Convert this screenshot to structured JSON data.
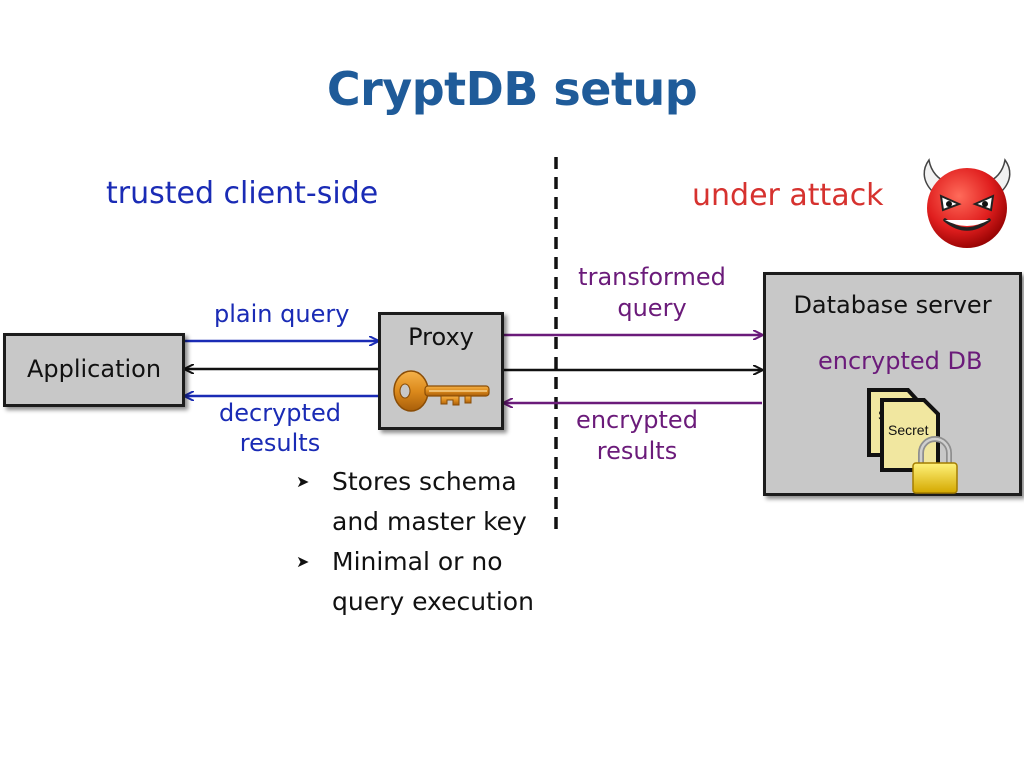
{
  "title": "CryptDB setup",
  "regions": {
    "client": "trusted client-side",
    "server": "under attack"
  },
  "boxes": {
    "application": "Application",
    "proxy": "Proxy",
    "database_server": "Database server",
    "encrypted_db": "encrypted DB",
    "secret": "Secret",
    "secret_back": "S"
  },
  "arrows": {
    "plain_query": "plain query",
    "decrypted_results": [
      "decrypted",
      "results"
    ],
    "transformed_query": [
      "transformed",
      "query"
    ],
    "encrypted_results": [
      "encrypted",
      "results"
    ]
  },
  "bullets": [
    "Stores schema and master key",
    "Minimal or no query execution"
  ],
  "icons": {
    "key": "key-icon",
    "devil": "devil-icon",
    "lock": "lock-icon",
    "bullet": "arrow-bullet-icon"
  },
  "colors": {
    "title": "#1f5b99",
    "client": "#1a2bb5",
    "attack": "#d6322f",
    "server_arrows": "#6b1b7a"
  }
}
